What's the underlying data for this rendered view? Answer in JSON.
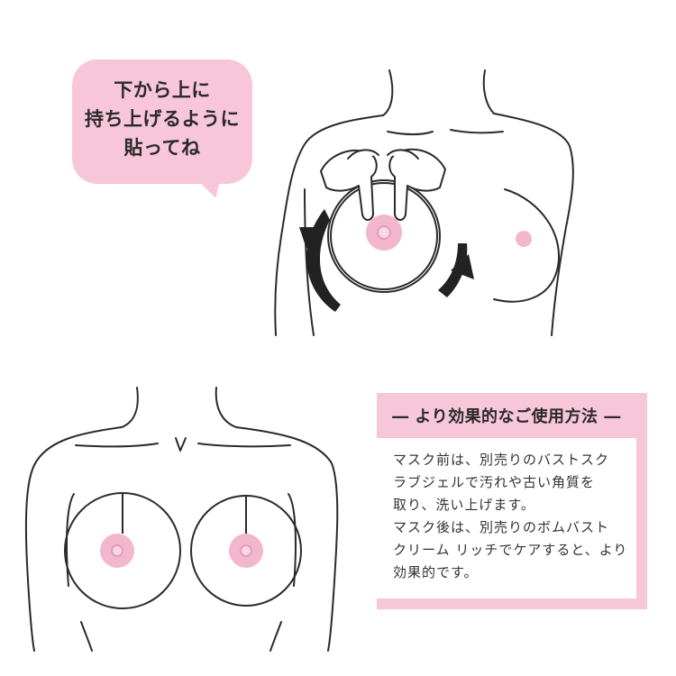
{
  "speech_bubble": {
    "lines": [
      "下から上に",
      "持ち上げるように",
      "貼ってね"
    ]
  },
  "info_box": {
    "title": "― より効果的なご使用方法 ―",
    "lines": [
      "マスク前は、別売りのバストスク",
      "ラブジェルで汚れや古い角質を",
      "取り、洗い上げます。",
      "マスク後は、別売りのボムバスト",
      "クリーム リッチでケアすると、より",
      "効果的です。"
    ]
  },
  "colors": {
    "accent_pink": "#f7c6d8",
    "nipple_pink": "#f3b7cd",
    "line_art": "#2a2a2a"
  }
}
